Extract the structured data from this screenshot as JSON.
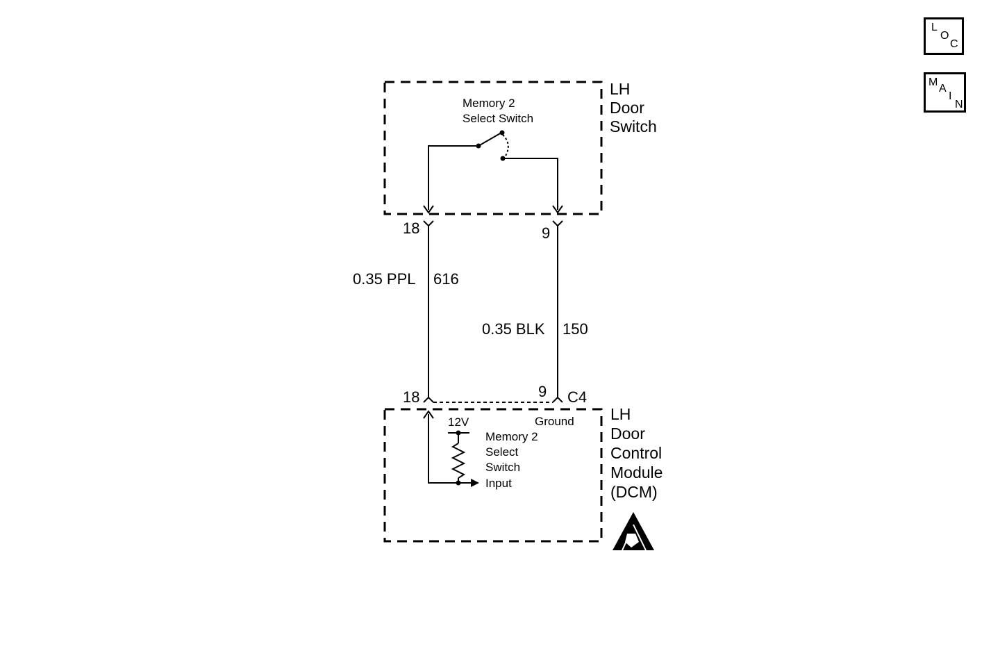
{
  "nav": {
    "loc": {
      "l1": "L",
      "l2": "O",
      "l3": "C"
    },
    "main": {
      "l1": "M",
      "l2": "A",
      "l3": "I",
      "l4": "N"
    }
  },
  "door_switch": {
    "title_line1": "LH",
    "title_line2": "Door",
    "title_line3": "Switch",
    "switch_label_line1": "Memory 2",
    "switch_label_line2": "Select Switch"
  },
  "wires": {
    "left": {
      "pin_top": "18",
      "pin_bottom": "18",
      "size_color": "0.35 PPL",
      "circuit": "616"
    },
    "right": {
      "pin_top": "9",
      "pin_bottom": "9",
      "size_color": "0.35 BLK",
      "circuit": "150"
    },
    "connector": "C4"
  },
  "dcm": {
    "title_line1": "LH",
    "title_line2": "Door",
    "title_line3": "Control",
    "title_line4": "Module",
    "title_line5": "(DCM)",
    "voltage": "12V",
    "ground_label": "Ground",
    "input_label_line1": "Memory 2",
    "input_label_line2": "Select",
    "input_label_line3": "Switch",
    "input_label_line4": "Input"
  },
  "esd_icon": "esd-warning-icon"
}
